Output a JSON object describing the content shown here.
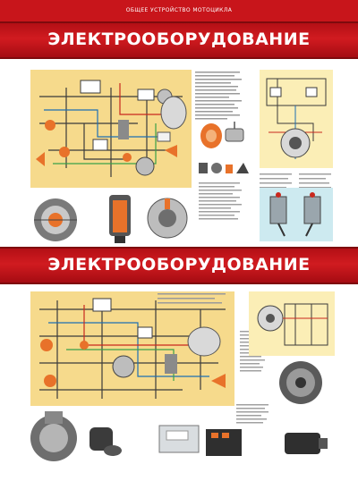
{
  "poster": {
    "supertitle": "ОБЩЕЕ УСТРОЙСТВО МОТОЦИКЛА",
    "title_top": "ЭЛЕКТРООБОРУДОВАНИЕ",
    "title_bottom": "ЭЛЕКТРООБОРУДОВАНИЕ"
  },
  "colors": {
    "banner_red": "#c8151b",
    "panel_yellow": "#f6da8c",
    "panel_light_yellow": "#fbeeb6",
    "panel_cyan": "#cdeaf0",
    "wire_dark": "#3b3b3b",
    "component_orange": "#e8722a"
  }
}
